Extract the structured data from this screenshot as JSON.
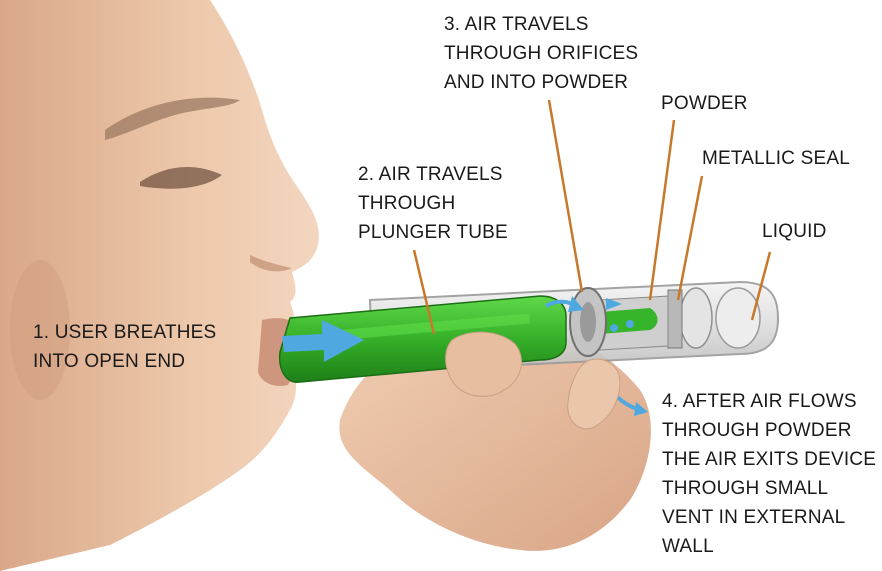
{
  "labels": {
    "step1": [
      "1. USER BREATHES",
      "INTO OPEN END"
    ],
    "step2": [
      "2. AIR TRAVELS",
      "THROUGH",
      "PLUNGER TUBE"
    ],
    "step3": [
      "3. AIR TRAVELS",
      "THROUGH ORIFICES",
      "AND INTO POWDER"
    ],
    "powder": "POWDER",
    "seal": "METALLIC SEAL",
    "liquid": "LIQUID",
    "step4": [
      "4. AFTER AIR FLOWS",
      "THROUGH POWDER",
      "THE AIR EXITS DEVICE",
      "THROUGH SMALL",
      "VENT IN EXTERNAL",
      "WALL"
    ]
  },
  "colors": {
    "leader_line": "#c8782a",
    "plunger_green": "#3dba2e",
    "air_arrow": "#4fa8e0",
    "skin": "#e9c3a4"
  }
}
